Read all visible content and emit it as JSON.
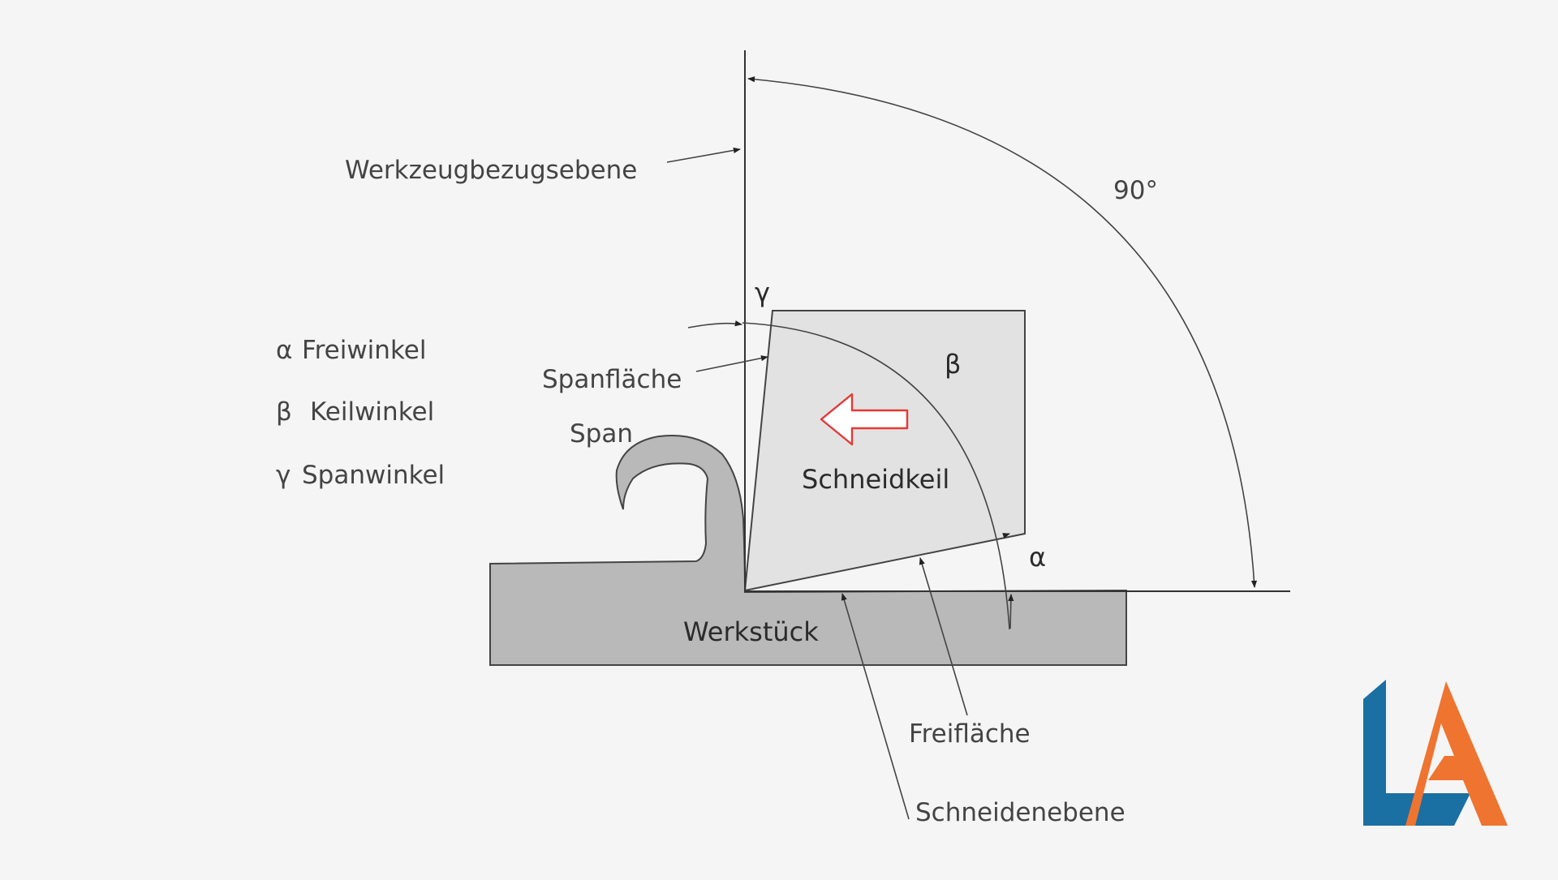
{
  "diagram": {
    "legend": [
      {
        "symbol": "α",
        "text": "Freiwinkel"
      },
      {
        "symbol": "β",
        "text": "Keilwinkel"
      },
      {
        "symbol": "γ",
        "text": "Spanwinkel"
      }
    ],
    "labels": {
      "tool_reference_plane": "Werkzeugbezugsebene",
      "right_angle": "90°",
      "rake_face": "Spanfläche",
      "chip": "Span",
      "wedge": "Schneidkeil",
      "workpiece": "Werkstück",
      "flank_face": "Freifläche",
      "cutting_plane": "Schneidenebene",
      "gamma": "γ",
      "beta": "β",
      "alpha": "α"
    },
    "colors": {
      "background": "#f5f5f5",
      "workpiece_fill": "#b9b9b9",
      "wedge_fill": "#e2e2e2",
      "direction_arrow": "#e53935",
      "logo_blue": "#1a6fa3",
      "logo_orange": "#ee7430"
    },
    "icons": {
      "direction_arrow": "arrow-left-icon",
      "logo": "la-logo-icon"
    }
  }
}
